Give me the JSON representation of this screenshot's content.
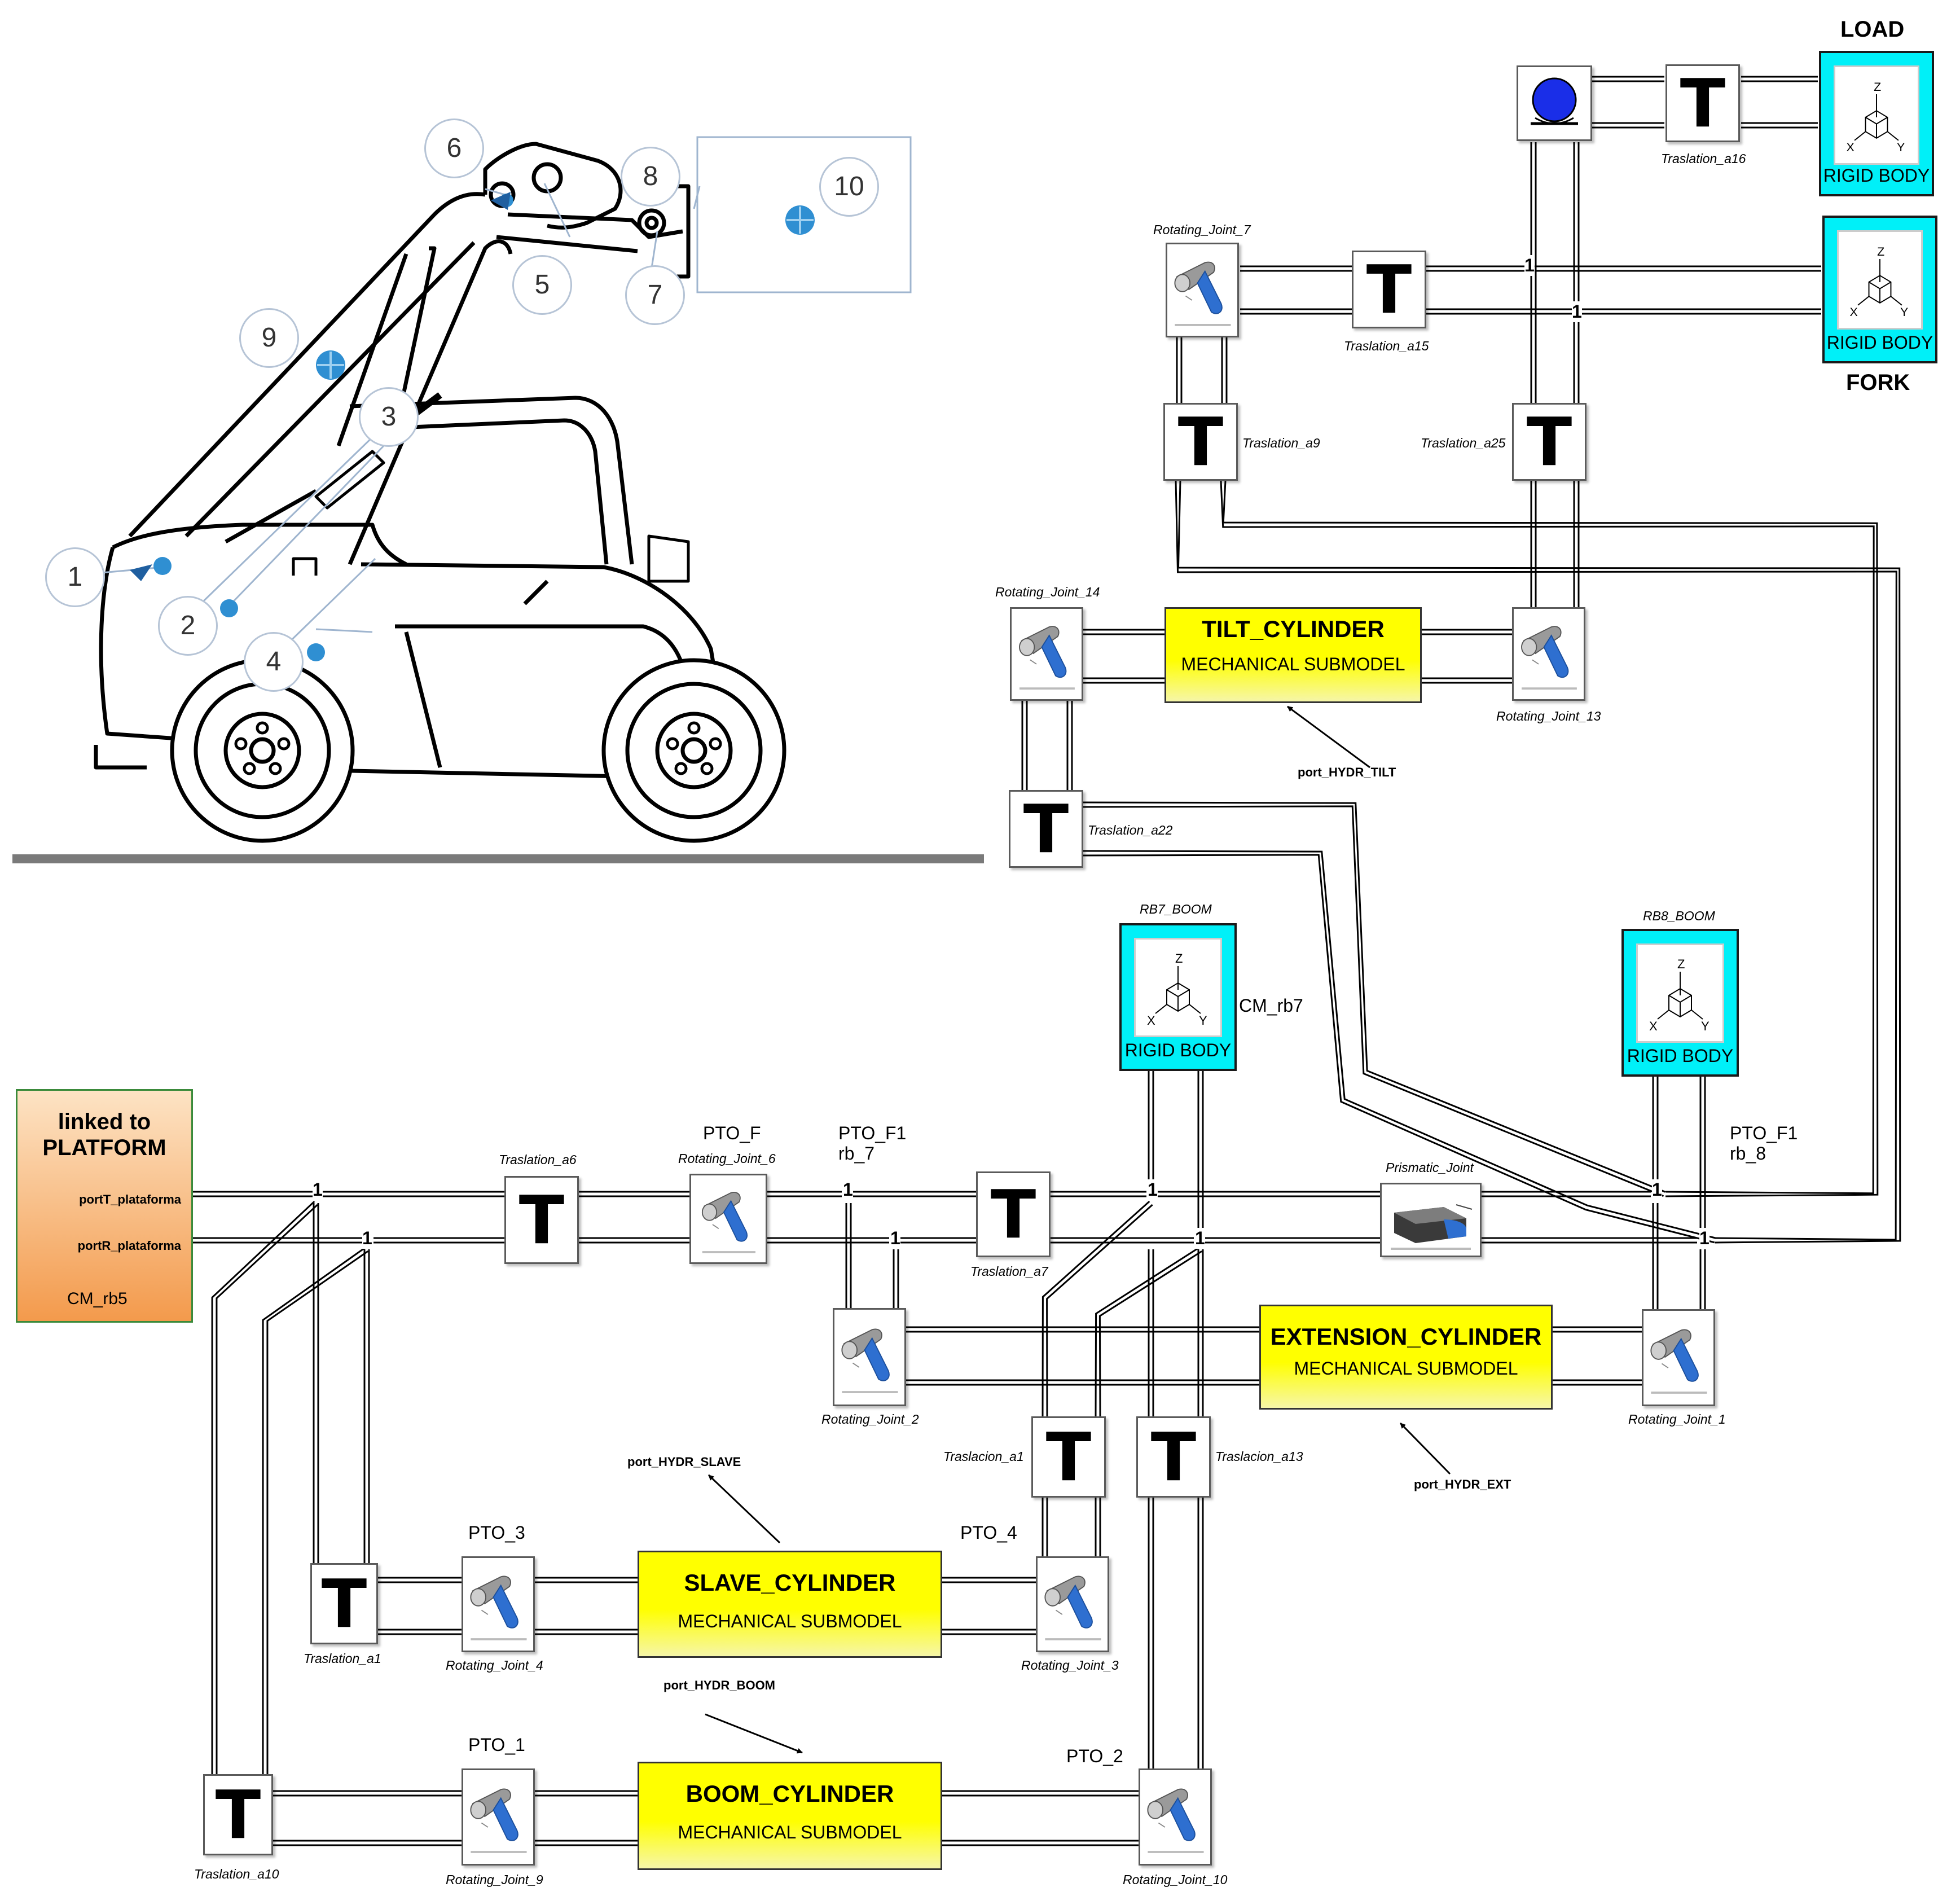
{
  "vehicle": {
    "callouts": [
      "1",
      "2",
      "3",
      "4",
      "5",
      "6",
      "7",
      "8",
      "9",
      "10"
    ]
  },
  "load_section": {
    "load_label": "LOAD",
    "fork_label": "FORK"
  },
  "platform": {
    "title": "linked to PLATFORM",
    "port_t": "portT_plataforma",
    "port_r": "portR_plataforma",
    "cm": "CM_rb5"
  },
  "rigid_body_text": "RIGID BODY",
  "t_symbol": "T",
  "junction_symbol": "1",
  "cylinders": {
    "tilt": {
      "title": "TILT_CYLINDER",
      "subtitle": "MECHANICAL SUBMODEL",
      "port": "port_HYDR_TILT"
    },
    "extension": {
      "title": "EXTENSION_CYLINDER",
      "subtitle": "MECHANICAL SUBMODEL",
      "port": "port_HYDR_EXT"
    },
    "slave": {
      "title": "SLAVE_CYLINDER",
      "subtitle": "MECHANICAL SUBMODEL",
      "port": "port_HYDR_SLAVE"
    },
    "boom": {
      "title": "BOOM_CYLINDER",
      "subtitle": "MECHANICAL SUBMODEL",
      "port": "port_HYDR_BOOM"
    }
  },
  "labels": {
    "traslation_a16": "Traslation_a16",
    "rotating_joint_7": "Rotating_Joint_7",
    "traslation_a15": "Traslation_a15",
    "traslation_a9": "Traslation_a9",
    "traslation_a25": "Traslation_a25",
    "rotating_joint_14": "Rotating_Joint_14",
    "rotating_joint_13": "Rotating_Joint_13",
    "traslation_a22": "Traslation_a22",
    "rb7_boom": "RB7_BOOM",
    "cm_rb7": "CM_rb7",
    "rb8_boom": "RB8_BOOM",
    "traslation_a6": "Traslation_a6",
    "pto_f": "PTO_F",
    "rotating_joint_6": "Rotating_Joint_6",
    "pto_f1_a": "PTO_F1",
    "rb_7": "rb_7",
    "traslation_a7": "Traslation_a7",
    "prismatic_joint": "Prismatic_Joint",
    "pto_f1_b": "PTO_F1",
    "rb_8": "rb_8",
    "rotating_joint_2": "Rotating_Joint_2",
    "rotating_joint_1": "Rotating_Joint_1",
    "traslacion_a1": "Traslacion_a1",
    "traslacion_a13": "Traslacion_a13",
    "pto_3": "PTO_3",
    "pto_4": "PTO_4",
    "traslation_a1": "Traslation_a1",
    "rotating_joint_4": "Rotating_Joint_4",
    "rotating_joint_3": "Rotating_Joint_3",
    "pto_1": "PTO_1",
    "pto_2": "PTO_2",
    "traslation_a10": "Traslation_a10",
    "rotating_joint_9": "Rotating_Joint_9",
    "rotating_joint_10": "Rotating_Joint_10"
  },
  "colors": {
    "rigid_body": "#00f0f8",
    "cylinder": "#ffff00",
    "platform_top": "#fde3c4",
    "platform_bottom": "#f39a4c",
    "platform_border": "#3a8a3a",
    "joint_blue": "#2e6fd0",
    "marker_blue": "#2f8fd2"
  }
}
